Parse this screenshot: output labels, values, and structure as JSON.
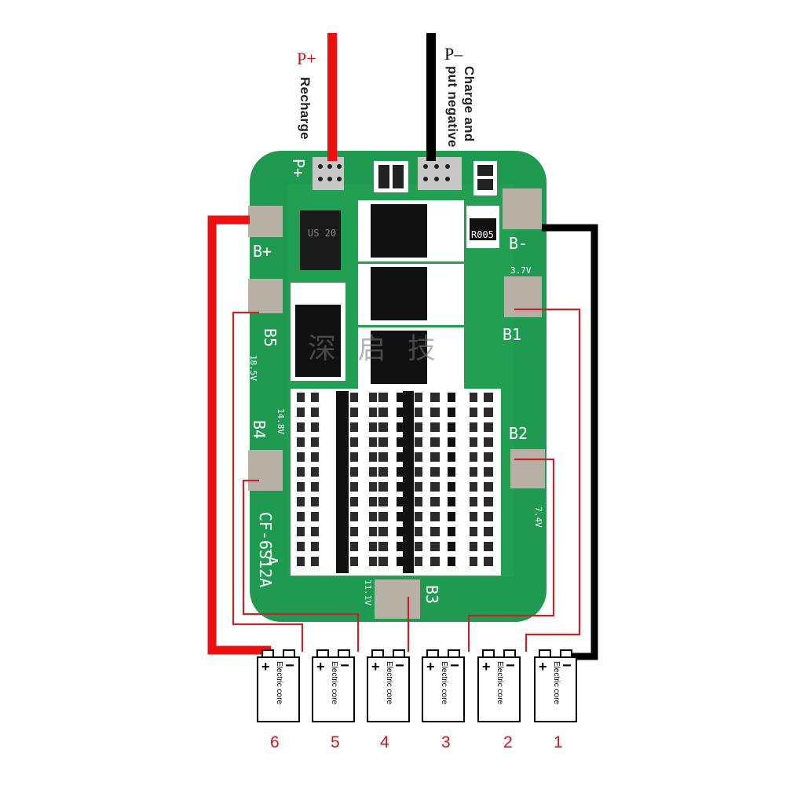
{
  "wires": {
    "p_plus_label": "P+",
    "p_plus_desc": "Recharge",
    "p_minus_label": "P–",
    "p_minus_desc_line1": "Charge and",
    "p_minus_desc_line2": "put negative"
  },
  "board": {
    "pads": [
      "P+",
      "B+",
      "B5",
      "B4",
      "B3",
      "B2",
      "B1",
      "B-"
    ],
    "voltages": [
      "3.7V",
      "7.4V",
      "11.1V",
      "14.8V",
      "18.5V"
    ],
    "model_line1": "CF-6S12A",
    "model_line2": "-A",
    "resistor_code": "R005",
    "ic_code": "US 20",
    "watermark": "深 启 技"
  },
  "cells": {
    "name": "Electric core",
    "plus": "+",
    "minus": "−",
    "numbers": [
      "6",
      "5",
      "4",
      "3",
      "2",
      "1"
    ]
  },
  "colors": {
    "pcb": "#1f9a50",
    "positive_wire": "#ee1010",
    "negative_wire": "#000000",
    "balance_wire": "#c0262b",
    "pad": "#b9b0a5"
  }
}
